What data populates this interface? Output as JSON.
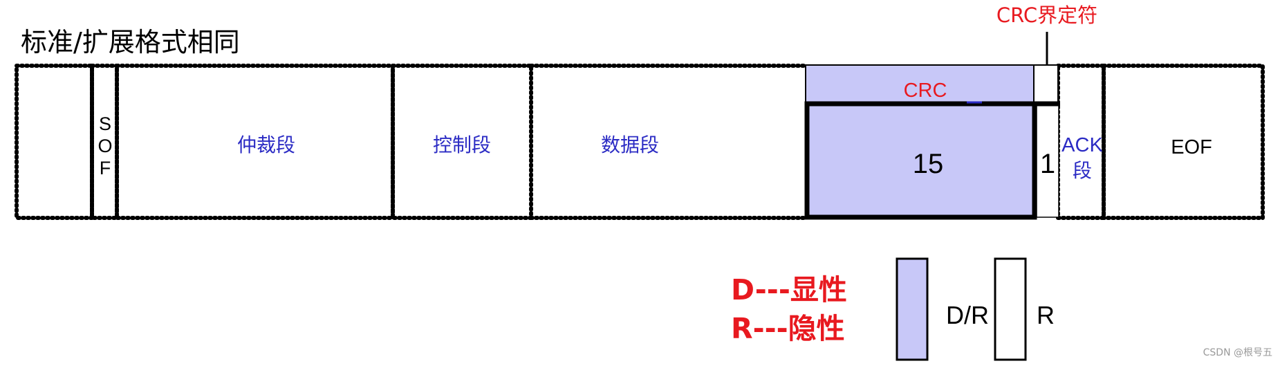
{
  "header": {
    "title": "标准/扩展格式相同",
    "crc_delimiter_label": "CRC界定符"
  },
  "frame": {
    "sof": [
      "S",
      "O",
      "F"
    ],
    "arbitration_label": "仲裁段",
    "control_label": "控制段",
    "data_label": "数据段",
    "crc_label": "CRC",
    "crc_bits": "15",
    "crc_delimiter_bits": "1",
    "ack_label_line1": "ACK",
    "ack_label_line2": "段",
    "eof_label": "EOF"
  },
  "legend": {
    "dominant_text": "D---显性",
    "recessive_text": "R---隐性",
    "dr_label": "D/R",
    "r_label": "R"
  },
  "watermark": "CSDN @根号五",
  "colors": {
    "crc_fill": "#c8c8f8",
    "red_text": "#e8191f",
    "blue_text": "#2b2bc4",
    "black": "#000000"
  }
}
